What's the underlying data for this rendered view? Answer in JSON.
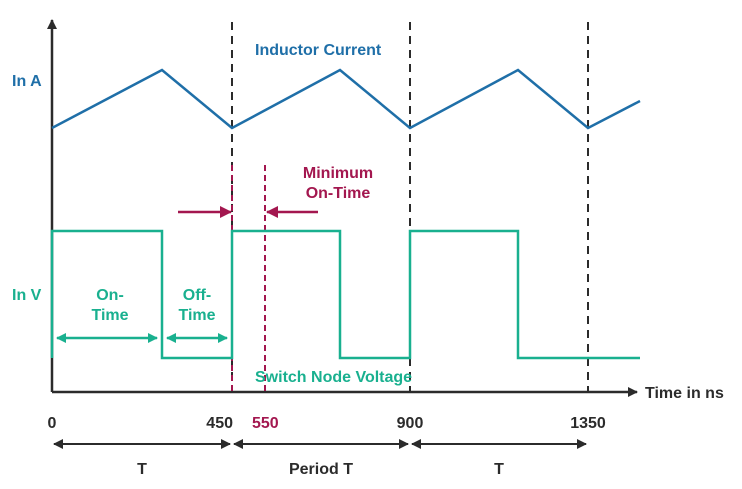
{
  "colors": {
    "current": "#1f6fa8",
    "voltage": "#19b08f",
    "marker": "#a3174f",
    "axis": "#2b2b2b"
  },
  "labels": {
    "inductor_current": "Inductor Current",
    "in_a": "In A",
    "in_v": "In V",
    "switch_node_voltage": "Switch Node Voltage",
    "minimum_on_time_1": "Minimum",
    "minimum_on_time_2": "On-Time",
    "on_time_1": "On-",
    "on_time_2": "Time",
    "off_time_1": "Off-",
    "off_time_2": "Time",
    "time_axis": "Time in ns",
    "period_1": "T",
    "period_2": "Period T",
    "period_3": "T"
  },
  "ticks": [
    "0",
    "450",
    "550",
    "900",
    "1350"
  ],
  "chart_data": {
    "type": "line",
    "xlabel": "Time in ns",
    "x_ticks": [
      0,
      450,
      550,
      900,
      1350
    ],
    "period_boundaries_ns": [
      450,
      900,
      1350
    ],
    "minimum_on_time_marker_ns": 550,
    "series": [
      {
        "name": "Inductor Current",
        "unit_label": "In A",
        "shape": "triangle"
      },
      {
        "name": "Switch Node Voltage",
        "unit_label": "In V",
        "shape": "square"
      }
    ]
  }
}
